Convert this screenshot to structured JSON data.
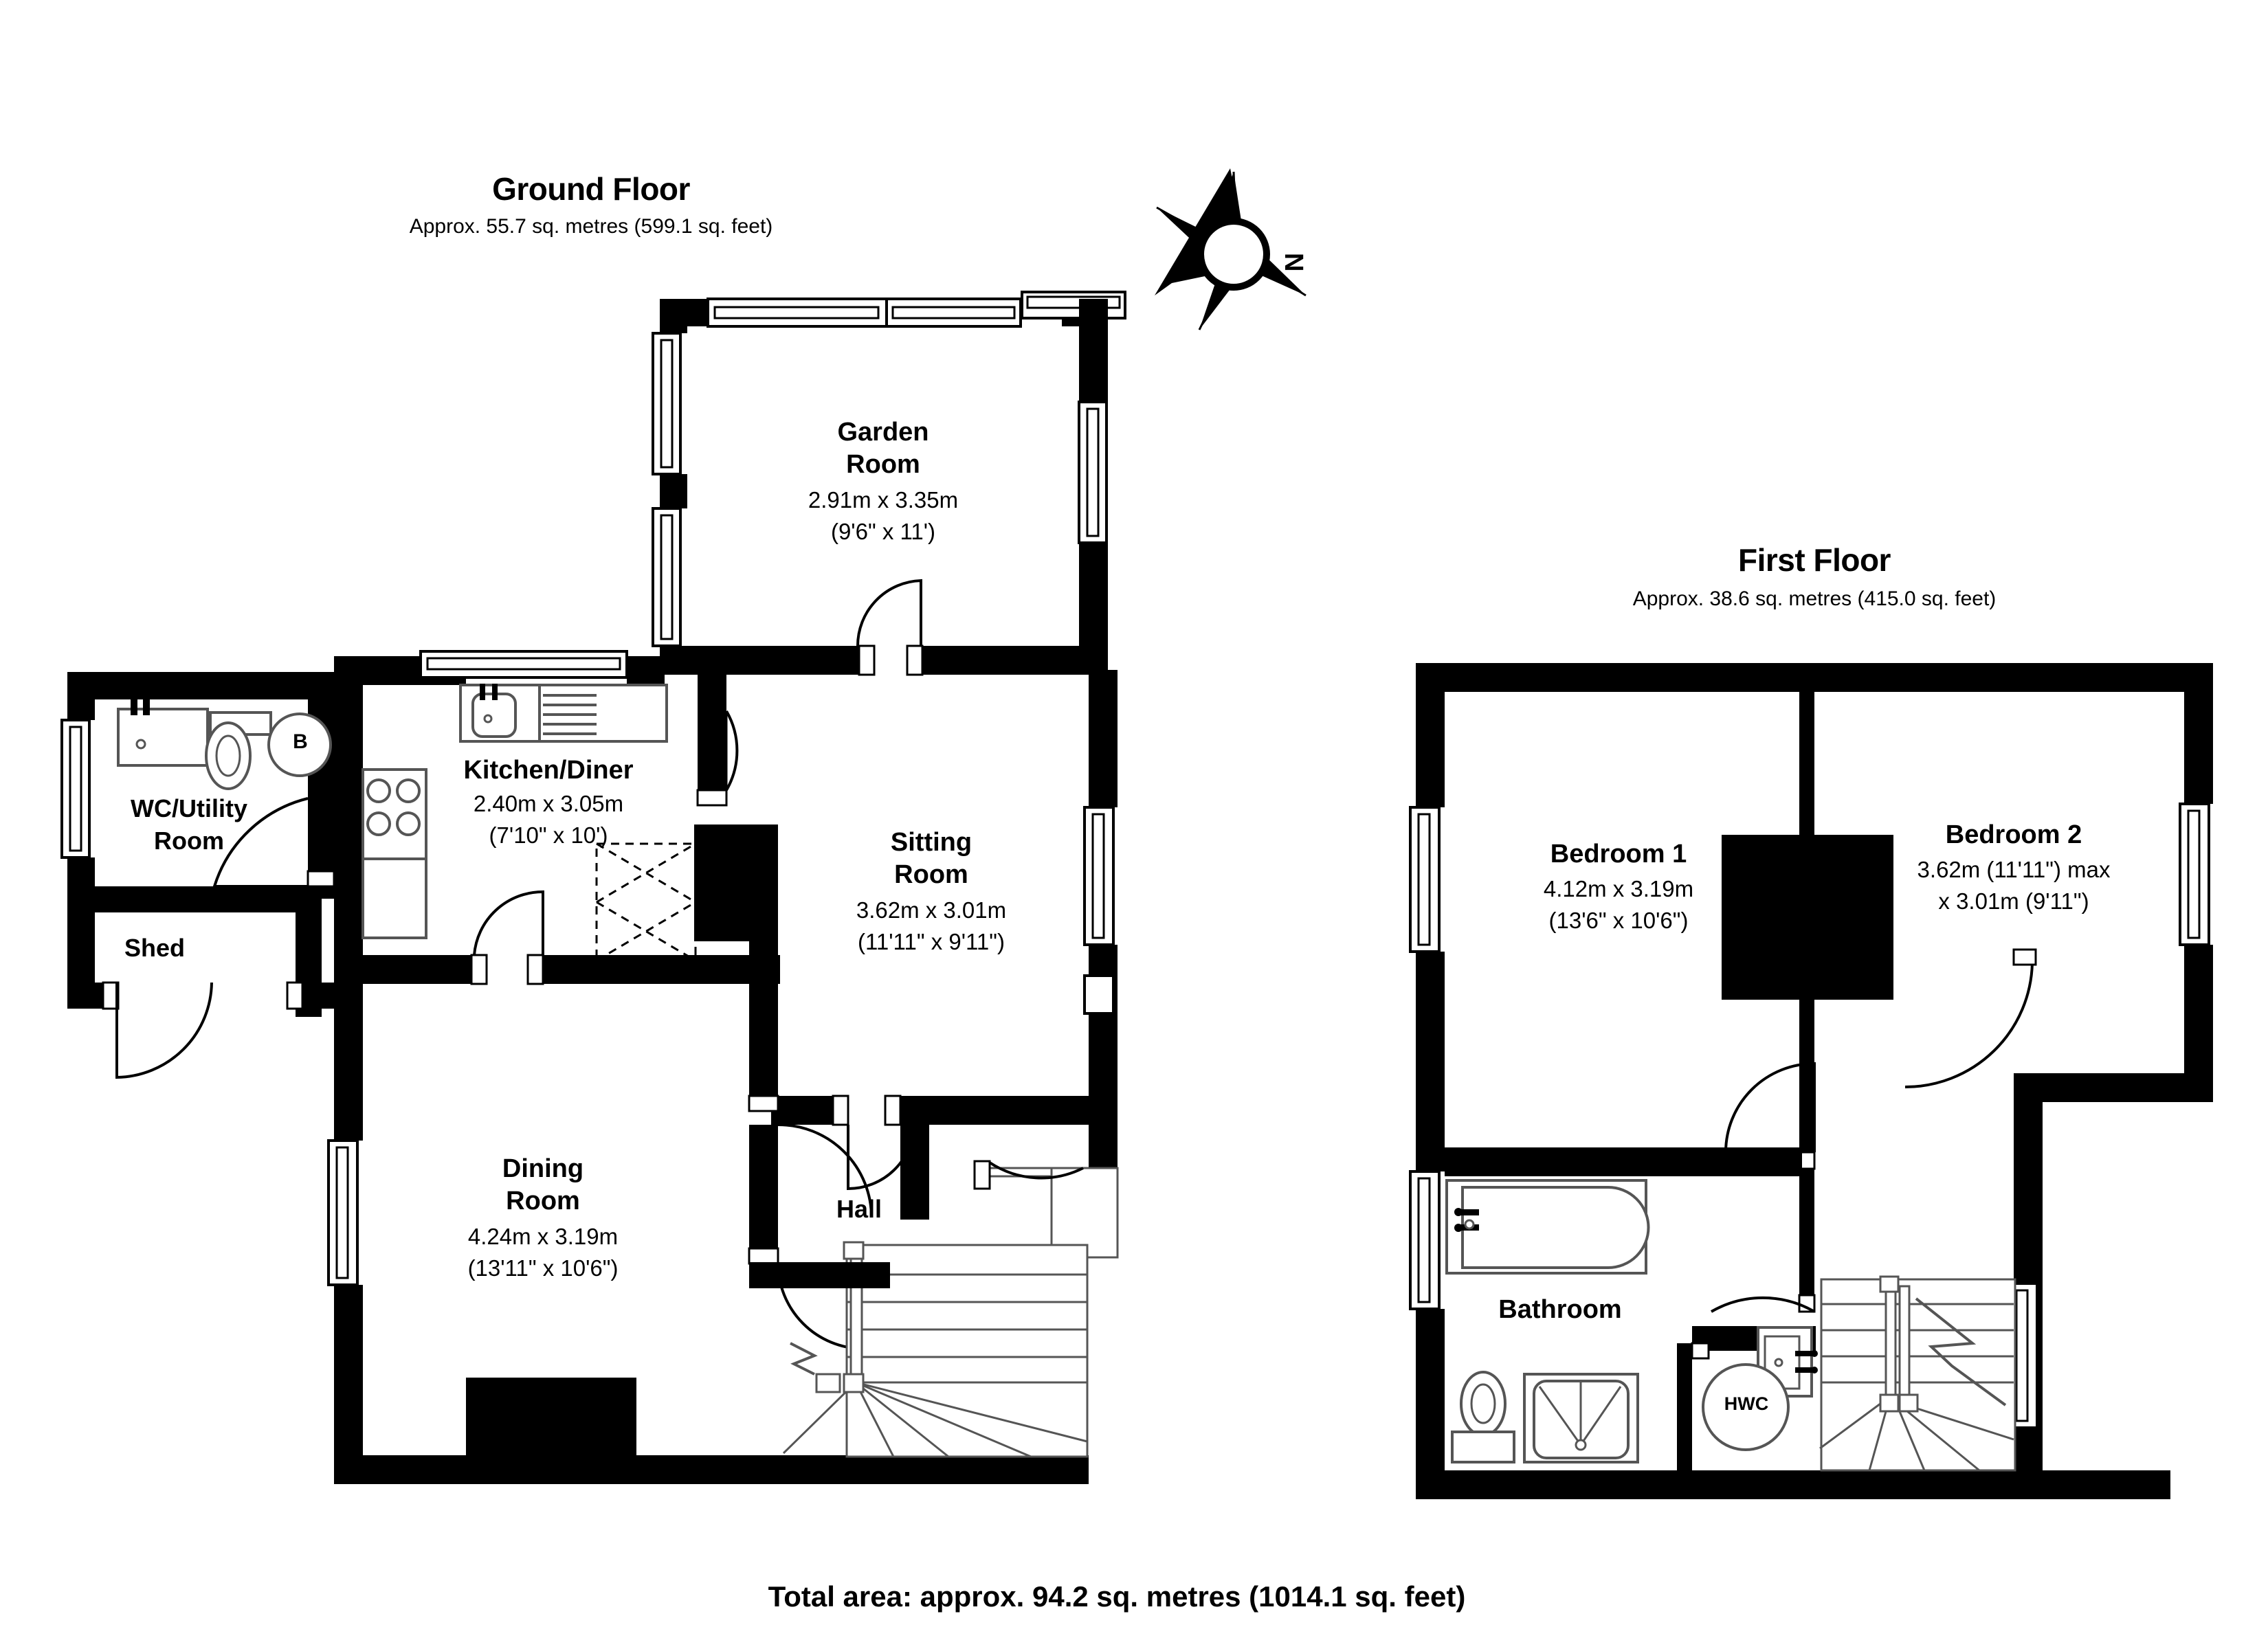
{
  "document": {
    "type": "floor-plan",
    "total_area_text": "Total area: approx. 94.2 sq. metres (1014.1 sq. feet)"
  },
  "compass": {
    "label": "N",
    "name": "north-arrow"
  },
  "floors": [
    {
      "id": "ground",
      "title": "Ground Floor",
      "subtitle": "Approx. 55.7 sq. metres (599.1 sq. feet)",
      "rooms": [
        {
          "name": "Garden Room",
          "line1": "Garden",
          "line2": "Room",
          "metric": "2.91m x 3.35m",
          "imperial": "(9'6\" x 11')"
        },
        {
          "name": "Kitchen/Diner",
          "line1": "Kitchen/Diner",
          "line2": "",
          "metric": "2.40m x 3.05m",
          "imperial": "(7'10\" x 10')"
        },
        {
          "name": "Sitting Room",
          "line1": "Sitting",
          "line2": "Room",
          "metric": "3.62m x 3.01m",
          "imperial": "(11'11\" x 9'11\")"
        },
        {
          "name": "Dining Room",
          "line1": "Dining",
          "line2": "Room",
          "metric": "4.24m x 3.19m",
          "imperial": "(13'11\" x 10'6\")"
        },
        {
          "name": "WC/Utility Room",
          "line1": "WC/Utility",
          "line2": "Room",
          "metric": "",
          "imperial": ""
        },
        {
          "name": "Shed",
          "line1": "Shed",
          "line2": "",
          "metric": "",
          "imperial": ""
        },
        {
          "name": "Hall",
          "line1": "Hall",
          "line2": "",
          "metric": "",
          "imperial": ""
        }
      ],
      "fixtures": [
        {
          "label": "B",
          "name": "boiler-marker"
        }
      ]
    },
    {
      "id": "first",
      "title": "First Floor",
      "subtitle": "Approx. 38.6 sq. metres (415.0 sq. feet)",
      "rooms": [
        {
          "name": "Bedroom 1",
          "line1": "Bedroom 1",
          "line2": "",
          "metric": "4.12m x 3.19m",
          "imperial": "(13'6\" x 10'6\")"
        },
        {
          "name": "Bedroom 2",
          "line1": "Bedroom 2",
          "line2": "",
          "metric": "3.62m (11'11\") max",
          "imperial": "x 3.01m (9'11\")"
        },
        {
          "name": "Bathroom",
          "line1": "Bathroom",
          "line2": "",
          "metric": "",
          "imperial": ""
        }
      ],
      "fixtures": [
        {
          "label": "HWC",
          "name": "hot-water-cylinder-marker"
        }
      ]
    }
  ],
  "colors": {
    "wall": "#000000",
    "background": "#ffffff",
    "fixture_line": "#555555",
    "text": "#000000"
  }
}
